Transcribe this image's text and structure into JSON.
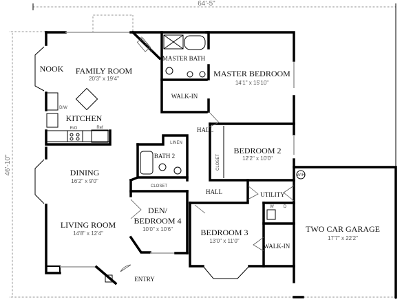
{
  "dimensions": {
    "width": "64'-5\"",
    "depth": "46'-10\""
  },
  "rooms": {
    "nook": {
      "name": "NOOK"
    },
    "family_room": {
      "name": "FAMILY ROOM",
      "size": "20'3\" x 19'4\""
    },
    "kitchen": {
      "name": "KITCHEN",
      "dw": "D/W",
      "ro": "R/O",
      "ref": "Ref"
    },
    "fireplace": {
      "name": "Fire Place"
    },
    "master_bath": {
      "name": "MASTER BATH"
    },
    "master_walkin": {
      "name": "WALK-IN"
    },
    "master_bedroom": {
      "name": "MASTER BEDROOM",
      "size": "14'1\" x 15'10\""
    },
    "hall_upper": {
      "name": "HALL"
    },
    "linen": {
      "name": "LINEN"
    },
    "bath2": {
      "name": "BATH 2"
    },
    "bedroom2": {
      "name": "BEDROOM 2",
      "size": "12'2\" x 10'0\"",
      "closet": "CLOSET"
    },
    "closet": {
      "name": "CLOSET"
    },
    "hall_lower": {
      "name": "HALL"
    },
    "utility": {
      "name": "UTILITY",
      "wh": "W/H",
      "w": "W",
      "d": "D"
    },
    "dining": {
      "name": "DINING",
      "size": "16'2\" x 9'0\""
    },
    "den": {
      "name_line1": "DEN/",
      "name_line2": "BEDROOM 4",
      "size": "10'0\" x 10'6\""
    },
    "bedroom3": {
      "name": "BEDROOM 3",
      "size": "13'0\" x 11'0\""
    },
    "walkin3": {
      "name": "WALK-IN"
    },
    "living_room": {
      "name": "LIVING ROOM",
      "size": "14'8\" x 12'4\""
    },
    "entry": {
      "name": "ENTRY"
    },
    "garage": {
      "name": "TWO CAR GARAGE",
      "size": "17'7\" x 22'2\""
    }
  }
}
